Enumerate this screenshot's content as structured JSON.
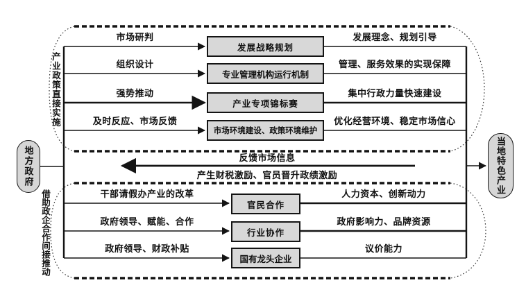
{
  "diagram_title": "local-government-industry-policy-flow",
  "left_node": {
    "label": "地方政府"
  },
  "right_node": {
    "label": "当地特色产业"
  },
  "top_section": {
    "side_label": "产业政策直接实施",
    "rows": [
      {
        "input": "市场研判",
        "box": "发展战略规划",
        "output": "发展理念、规划引导"
      },
      {
        "input": "组织设计",
        "box": "专业管理机构运行机制",
        "output": "管理、服务效果的实现保障"
      },
      {
        "input": "强势推动",
        "box": "产业专项锦标赛",
        "output": "集中行政力量快速建设"
      },
      {
        "input": "及时反应、市场反馈",
        "box": "市场环境建设、政策环境维护",
        "output": "优化经营环境、稳定市场信心"
      }
    ]
  },
  "feedback": {
    "top_label": "反馈市场信息",
    "bottom_label": "产生财税激励、官员晋升政绩激励"
  },
  "bottom_section": {
    "side_label": "借助政企合作间接推动",
    "rows": [
      {
        "input": "干部请假办产业的改革",
        "box": "官民合作",
        "output": "人力资本、创新动力"
      },
      {
        "input": "政府领导、赋能、合作",
        "box": "行业协作",
        "output": "政府影响力、品牌资源"
      },
      {
        "input": "政府领导、财政补贴",
        "box": "国有龙头企业",
        "output": "议价能力"
      }
    ]
  },
  "colors": {
    "box_fill": "#d8d8d8",
    "line": "#141414",
    "background": "#ffffff"
  }
}
